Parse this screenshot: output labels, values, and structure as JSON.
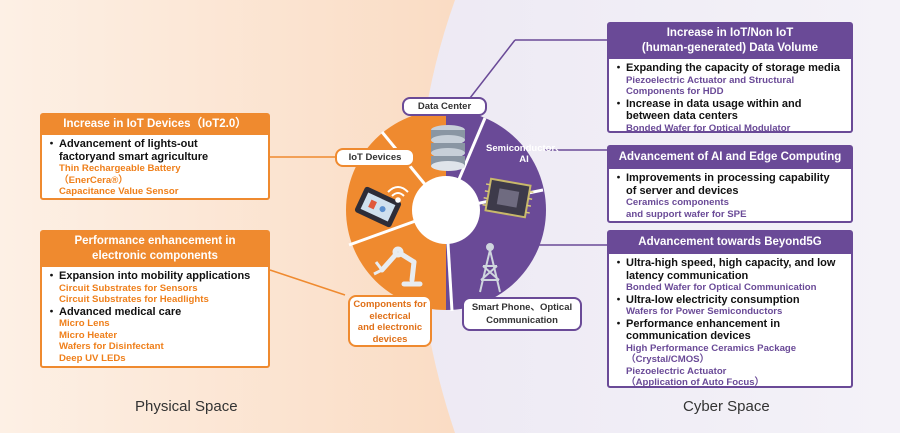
{
  "regions": {
    "physical": "Physical Space",
    "cyber": "Cyber Space"
  },
  "wheel": {
    "data_center": "Data Center",
    "iot_devices": "IoT Devices",
    "semiconductor_l1": "Semiconductor、",
    "semiconductor_l2": "AI",
    "smartphone_l1": "Smart Phone、Optical",
    "smartphone_l2": "Communication",
    "components_l1": "Components for",
    "components_l2": "electrical",
    "components_l3": "and electronic",
    "components_l4": "devices"
  },
  "left_boxes": {
    "iot": {
      "title": "Increase in IoT Devices（IoT2.0）",
      "bullet1_l1": "Advancement of lights-out",
      "bullet1_l2": "factoryand smart agriculture",
      "sub1": "Thin Rechargeable Battery",
      "sub2": "（EnerCera®）",
      "sub3": "Capacitance Value Sensor"
    },
    "perf": {
      "title_l1": "Performance enhancement in",
      "title_l2": "electronic components",
      "bullet1": "Expansion into mobility applications",
      "sub1": "Circuit Substrates for Sensors",
      "sub2": "Circuit Substrates for Headlights",
      "bullet2": "Advanced medical care",
      "sub3": "Micro Lens",
      "sub4": "Micro Heater",
      "sub5": "Wafers for Disinfectant",
      "sub6": "Deep UV LEDs"
    }
  },
  "right_boxes": {
    "data": {
      "title_l1": "Increase in IoT/Non IoT",
      "title_l2": "(human-generated) Data Volume",
      "bullet1": "Expanding the capacity of storage media",
      "sub1": "Piezoelectric Actuator and Structural",
      "sub2": "Components for HDD",
      "bullet2_l1": "Increase in data usage within and",
      "bullet2_l2": "between data centers",
      "sub3": "Bonded Wafer for Optical Modulator"
    },
    "ai": {
      "title": "Advancement of AI and Edge Computing",
      "bullet1_l1": "Improvements in processing capability",
      "bullet1_l2": "of server and devices",
      "sub1": "Ceramics components",
      "sub2": "and support wafer for SPE"
    },
    "b5g": {
      "title": "Advancement towards Beyond5G",
      "bullet1_l1": "Ultra-high speed, high capacity, and low",
      "bullet1_l2": "latency communication",
      "sub1": "Bonded Wafer for Optical Communication",
      "bullet2": "Ultra-low electricity consumption",
      "sub2": "Wafers for Power Semiconductors",
      "bullet3_l1": "Performance enhancement in",
      "bullet3_l2": "communication devices",
      "sub3": "High Performance Ceramics Package",
      "sub4": "（Crystal/CMOS）",
      "sub5": "Piezoelectric Actuator",
      "sub6": "（Application of Auto Focus）"
    }
  },
  "colors": {
    "orange": "#ef8a2f",
    "purple": "#6a4a97",
    "physical_bg": "#fbe4d2",
    "cyber_bg": "#e9e4f1"
  }
}
